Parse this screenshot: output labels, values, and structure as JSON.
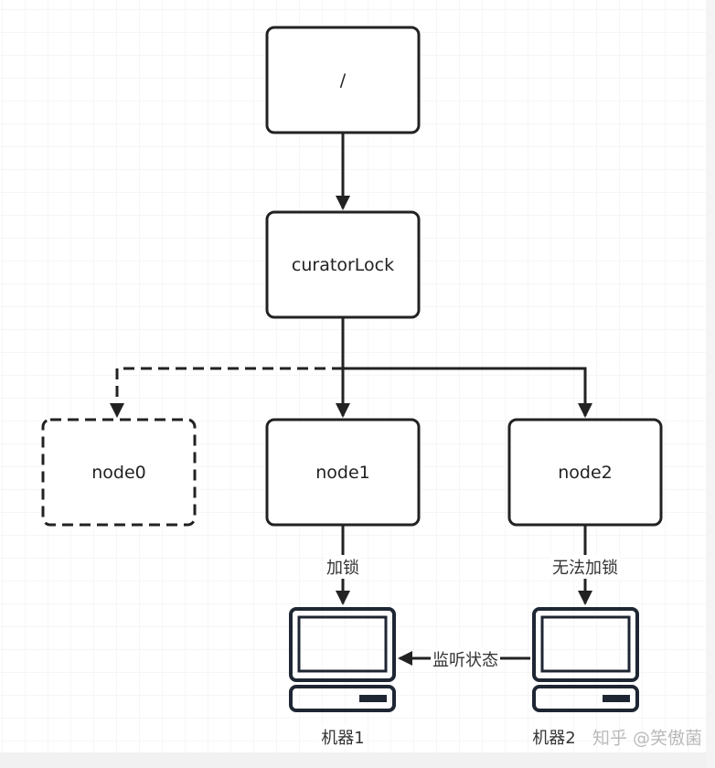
{
  "nodes": {
    "root": "/",
    "lock": "curatorLock",
    "node0": "node0",
    "node1": "node1",
    "node2": "node2"
  },
  "edges": {
    "lock_ok": "加锁",
    "lock_fail": "无法加锁",
    "watch": "监听状态"
  },
  "machines": {
    "m1": "机器1",
    "m2": "机器2"
  },
  "watermark": "知乎 @笑傲菌",
  "colors": {
    "stroke": "#222222",
    "monitor": "#1f2633",
    "grid": "#ececec"
  }
}
